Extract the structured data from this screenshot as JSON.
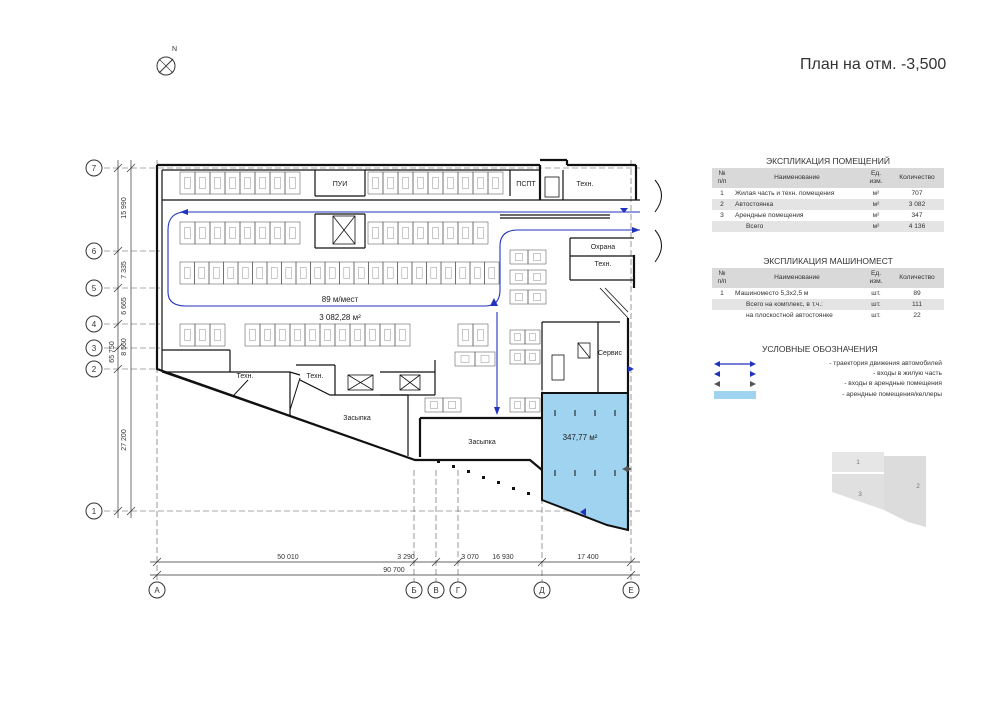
{
  "title": "План на отм. -3,500",
  "north_label": "N",
  "rooms_table": {
    "title": "ЭКСПЛИКАЦИЯ ПОМЕЩЕНИЙ",
    "headers": [
      "№ п/п",
      "Наименование",
      "Ед. изм.",
      "Количество"
    ],
    "rows": [
      {
        "no": "1",
        "name": "Жилая часть и техн. помещения",
        "unit": "м²",
        "qty": "707"
      },
      {
        "no": "2",
        "name": "Автостоянка",
        "unit": "м²",
        "qty": "3 082"
      },
      {
        "no": "3",
        "name": "Арендные помещения",
        "unit": "м²",
        "qty": "347"
      },
      {
        "no": "",
        "name": "Всего",
        "unit": "м²",
        "qty": "4 136"
      }
    ]
  },
  "parking_table": {
    "title": "ЭКСПЛИКАЦИЯ МАШИНОМЕСТ",
    "headers": [
      "№ п/п",
      "Наименование",
      "Ед. изм.",
      "Количество"
    ],
    "rows": [
      {
        "no": "1",
        "name": "Машиноместо 5,3х2,5 м",
        "unit": "шт.",
        "qty": "89"
      },
      {
        "no": "",
        "name": "Всего на комплекс, в т.ч.:",
        "unit": "шт.",
        "qty": "111"
      },
      {
        "no": "",
        "name": "на плоскостной автостоянке",
        "unit": "шт.",
        "qty": "22"
      }
    ]
  },
  "legend": {
    "title": "УСЛОВНЫЕ ОБОЗНАЧЕНИЯ",
    "items": [
      {
        "label": "- траектория движения автомобилей",
        "color": "#2233bb"
      },
      {
        "label": "- входы в жилую часть",
        "color": "#2233bb"
      },
      {
        "label": "- входы в арендные помещения",
        "color": "#555555"
      },
      {
        "label": "- арендные помещения/келлеры",
        "color": "#9fd3ef"
      }
    ]
  },
  "plan": {
    "room_labels": [
      "ПУИ",
      "ПСПТ",
      "Техн.",
      "Охрана",
      "Техн.",
      "Сервис",
      "Техн.",
      "Техн.",
      "Засыпка",
      "Засыпка"
    ],
    "parking_count": "89 м/мест",
    "parking_area": "3 082,28 м²",
    "rental_area": "347,77 м²",
    "row_axes": [
      "7",
      "6",
      "5",
      "4",
      "3",
      "2",
      "1"
    ],
    "col_axes": [
      "А",
      "Б",
      "В",
      "Г",
      "Д",
      "Е"
    ],
    "vertical_dims": [
      "15 990",
      "7 335",
      "6 665",
      "65 750",
      "8 560",
      "27 200"
    ],
    "horizontal_dims": [
      "50 010",
      "3 290",
      "3 070",
      "16 930",
      "17 400",
      "90 700"
    ],
    "key_numbers": [
      "1",
      "2",
      "3"
    ]
  },
  "colors": {
    "rental": "#9fd3ef",
    "route": "#2233bb",
    "wall": "#111111"
  }
}
